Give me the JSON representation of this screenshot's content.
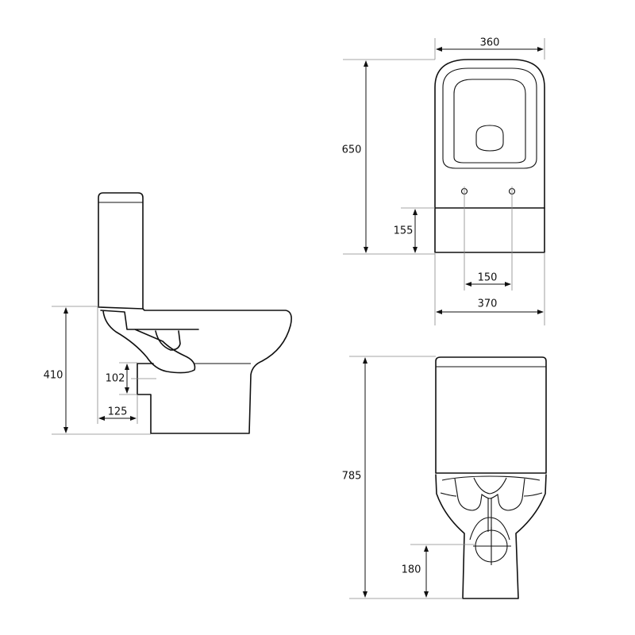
{
  "side_view": {
    "height_label": "410",
    "outlet_height_label": "102",
    "outlet_offset_label": "125"
  },
  "top_view": {
    "width_label": "360",
    "length_label": "650",
    "tank_depth_label": "155",
    "fixing_spacing_label": "150",
    "overall_width_label": "370"
  },
  "front_view": {
    "height_label": "785",
    "outlet_center_label": "180"
  }
}
